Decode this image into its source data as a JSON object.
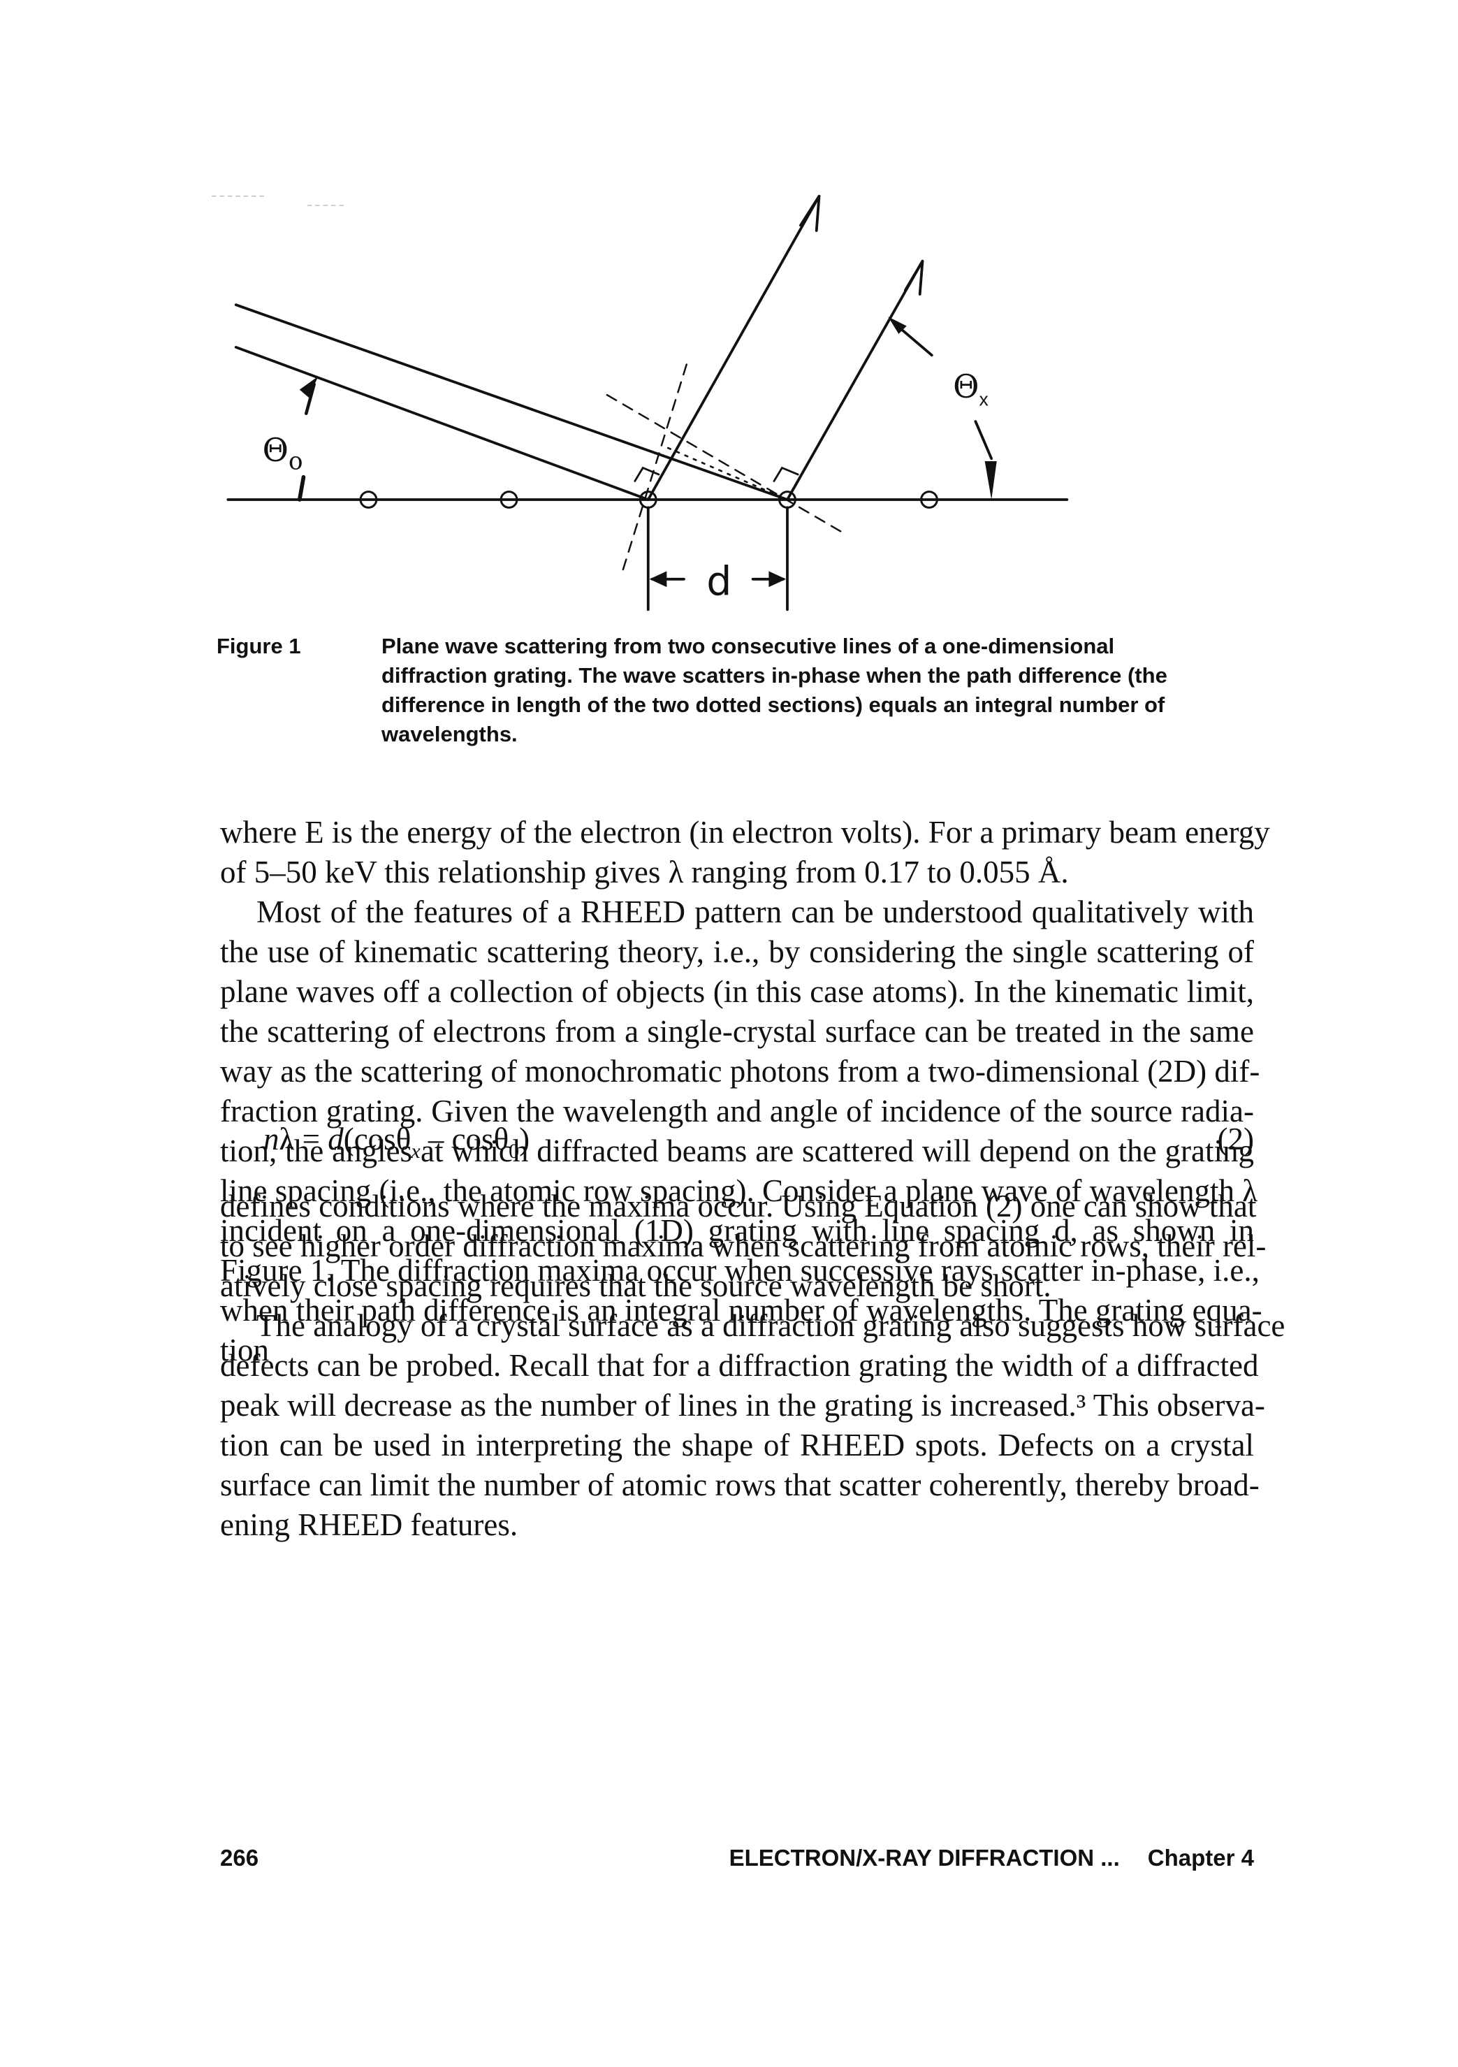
{
  "figure": {
    "theta0_symbol": "Θ",
    "theta0_sub": "o",
    "thetax_symbol": "Θ",
    "thetax_sub": "x",
    "spacing_label": "d"
  },
  "caption": {
    "label": "Figure 1",
    "lines": [
      "Plane wave scattering from two consecutive lines of a one-dimensional",
      "diffraction grating. The wave scatters in-phase when the path difference (the",
      "difference in length of the two dotted sections) equals an integral number of",
      "wavelengths."
    ]
  },
  "paragraphs_before": [
    {
      "indent": false,
      "lines": [
        "where E is the energy of the electron (in electron volts). For a primary beam energy",
        "of 5–50 keV this relationship gives λ ranging from 0.17 to 0.055 Å."
      ]
    },
    {
      "indent": true,
      "lines": [
        "Most of the features of a RHEED pattern can be understood qualitatively with",
        "the use of kinematic scattering theory, i.e., by considering the single scattering of",
        "plane waves off a collection of objects (in this case atoms). In the kinematic limit,",
        "the scattering of electrons from a single-crystal surface can be treated in the same",
        "way as the scattering of monochromatic photons from a two-dimensional (2D) dif-",
        "fraction grating. Given the wavelength and angle of incidence of the source radia-",
        "tion, the angles at which diffracted beams are scattered will depend on the grating",
        "line spacing (i.e., the atomic row spacing). Consider a plane wave of wavelength λ",
        "incident on a one-dimensional (1D) grating with line spacing d, as shown in",
        "Figure 1. The diffraction maxima occur when successive rays scatter in-phase, i.e.,",
        "when their path difference is an integral number of wavelengths. The grating equa-",
        "tion"
      ]
    }
  ],
  "equation": {
    "n": "n",
    "lambda": "λ",
    "equals": " = ",
    "d": "d",
    "open": "(cosθ",
    "sub_x": "x",
    "minus": " – cosθ",
    "sub_0": "0",
    "close": ")",
    "number": "(2)"
  },
  "paragraphs_after": [
    {
      "indent": false,
      "lines": [
        "defines conditions where the maxima occur. Using Equation (2) one can show that",
        "to see higher order diffraction maxima when scattering from atomic rows, their rel-",
        "atively close spacing requires that the source wavelength be short."
      ]
    },
    {
      "indent": true,
      "lines": [
        "The analogy of a crystal surface as a diffraction grating also suggests how surface",
        "defects can be probed. Recall that for a diffraction grating the width of a diffracted",
        "peak will decrease as the number of lines in the grating is increased.³ This observa-",
        "tion can be used in interpreting the shape of RHEED spots. Defects on a crystal",
        "surface can limit the number of atomic rows that scatter coherently, thereby broad-",
        "ening RHEED features."
      ]
    }
  ],
  "footer": {
    "page_number": "266",
    "running_head": "ELECTRON/X-RAY DIFFRACTION ...",
    "chapter": "Chapter 4"
  }
}
